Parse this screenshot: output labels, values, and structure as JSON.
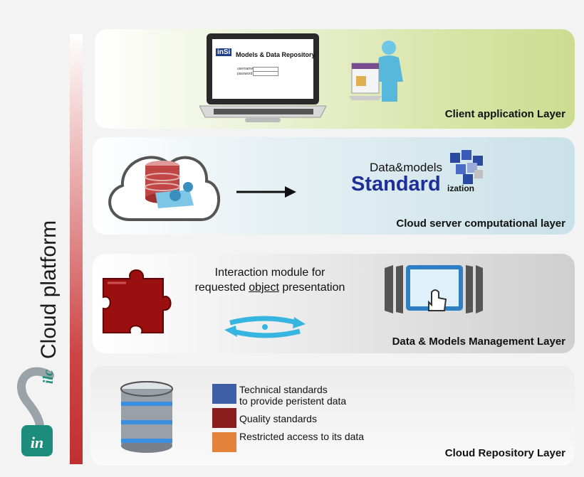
{
  "sidebar": {
    "title": "Cloud platform",
    "logo_text": "in Silc"
  },
  "client_layer": {
    "label": "Client application Layer",
    "laptop_brand": "inSi",
    "laptop_title": "Models & Data Repository",
    "laptop_user_label": "username",
    "laptop_pass_label": "password"
  },
  "server_layer": {
    "label": "Cloud server computational layer",
    "standard_top": "Data&models",
    "standard_main": "Standard",
    "standard_suffix": "ization"
  },
  "management_layer": {
    "label": "Data & Models Management Layer",
    "interaction_line1": "Interaction module for",
    "interaction_line2_pre": "requested ",
    "interaction_line2_obj": "object",
    "interaction_line2_post": " presentation"
  },
  "repository_layer": {
    "label": "Cloud Repository Layer",
    "legend": [
      {
        "line1": "Technical standards",
        "line2": "to provide peristent data",
        "color": "#3f5ea8"
      },
      {
        "line1": "Quality standards",
        "line2": "",
        "color": "#8c1d1d"
      },
      {
        "line1": "Restricted access to its data",
        "line2": "",
        "color": "#e5823a"
      }
    ]
  },
  "colors": {
    "accent_red": "#c03030",
    "standard_blue": "#1f2f9a",
    "puzzle_red": "#9a1010",
    "sync_blue": "#35b5e0"
  }
}
